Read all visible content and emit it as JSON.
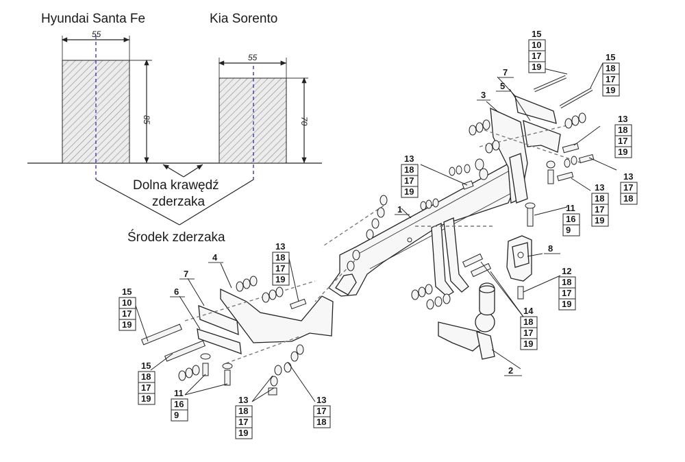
{
  "captions": {
    "car_left": "Hyundai Santa Fe",
    "car_right": "Kia Sorento",
    "dim_width_left": "55",
    "dim_height_left": "85",
    "dim_width_right": "55",
    "dim_height_right": "70",
    "bumper_edge_line1": "Dolna krawędź",
    "bumper_edge_line2": "zderzaka",
    "bumper_center": "Środek zderzaka"
  },
  "callouts": {
    "top_bolt_a": [
      "15",
      "10",
      "17",
      "19"
    ],
    "top_bolt_b": [
      "15",
      "18",
      "17",
      "19"
    ],
    "right_bolt_a": [
      "13",
      "18",
      "17",
      "19"
    ],
    "right_bolt_b": [
      "13",
      "17",
      "18"
    ],
    "right_bolt_c": [
      "13",
      "18",
      "17",
      "19"
    ],
    "center_bolt": [
      "13",
      "18",
      "17",
      "19"
    ],
    "right_plate_bolt": [
      "11",
      "16",
      "9"
    ],
    "socket_bolt": [
      "12",
      "18",
      "17",
      "19"
    ],
    "ball_bolt": [
      "14",
      "18",
      "17",
      "19"
    ],
    "left_center_bolt": [
      "13",
      "18",
      "17",
      "19"
    ],
    "left_bolt_a": [
      "15",
      "10",
      "17",
      "19"
    ],
    "left_bolt_b": [
      "15",
      "18",
      "17",
      "19"
    ],
    "left_plate_bolt": [
      "11",
      "16",
      "9"
    ],
    "bottom_bolt_a": [
      "13",
      "18",
      "17",
      "19"
    ],
    "bottom_bolt_b": [
      "13",
      "17",
      "18"
    ]
  },
  "parts": {
    "p1": "1",
    "p2": "2",
    "p3": "3",
    "p4": "4",
    "p5": "5",
    "p6": "6",
    "p7a": "7",
    "p7b": "7",
    "p8": "8"
  }
}
